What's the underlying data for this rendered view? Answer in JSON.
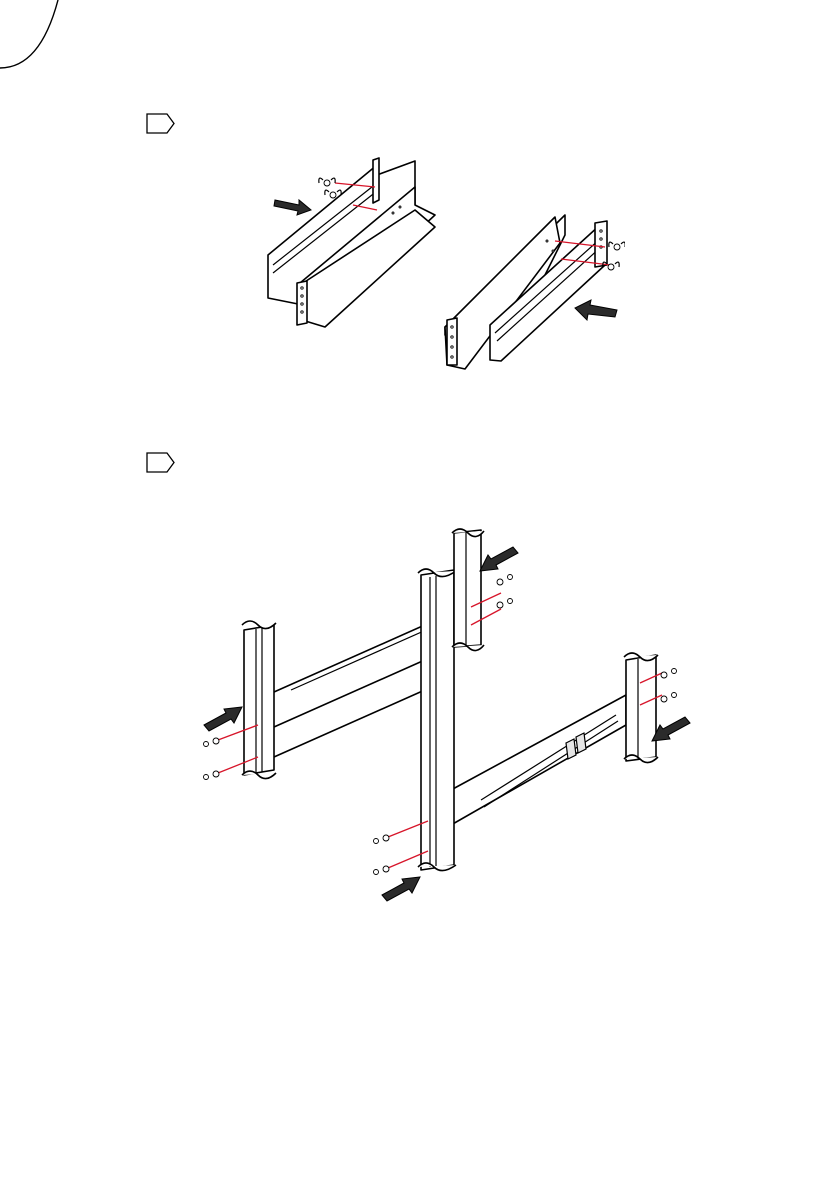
{
  "document": {
    "steps": [
      {
        "number": ""
      },
      {
        "number": ""
      }
    ],
    "figures": [
      {
        "name": "rail-assembly-figure",
        "icons": [
          "rail-bracket-left",
          "rail-bracket-right",
          "wing-nut-icon",
          "push-arrow-icon"
        ]
      },
      {
        "name": "rack-mounting-figure",
        "icons": [
          "rack-post",
          "screw-icon",
          "washer-icon",
          "push-arrow-icon"
        ]
      }
    ],
    "colors": {
      "line": "#000000",
      "guide": "#d7152a",
      "arrow": "#2b2b2b"
    }
  }
}
